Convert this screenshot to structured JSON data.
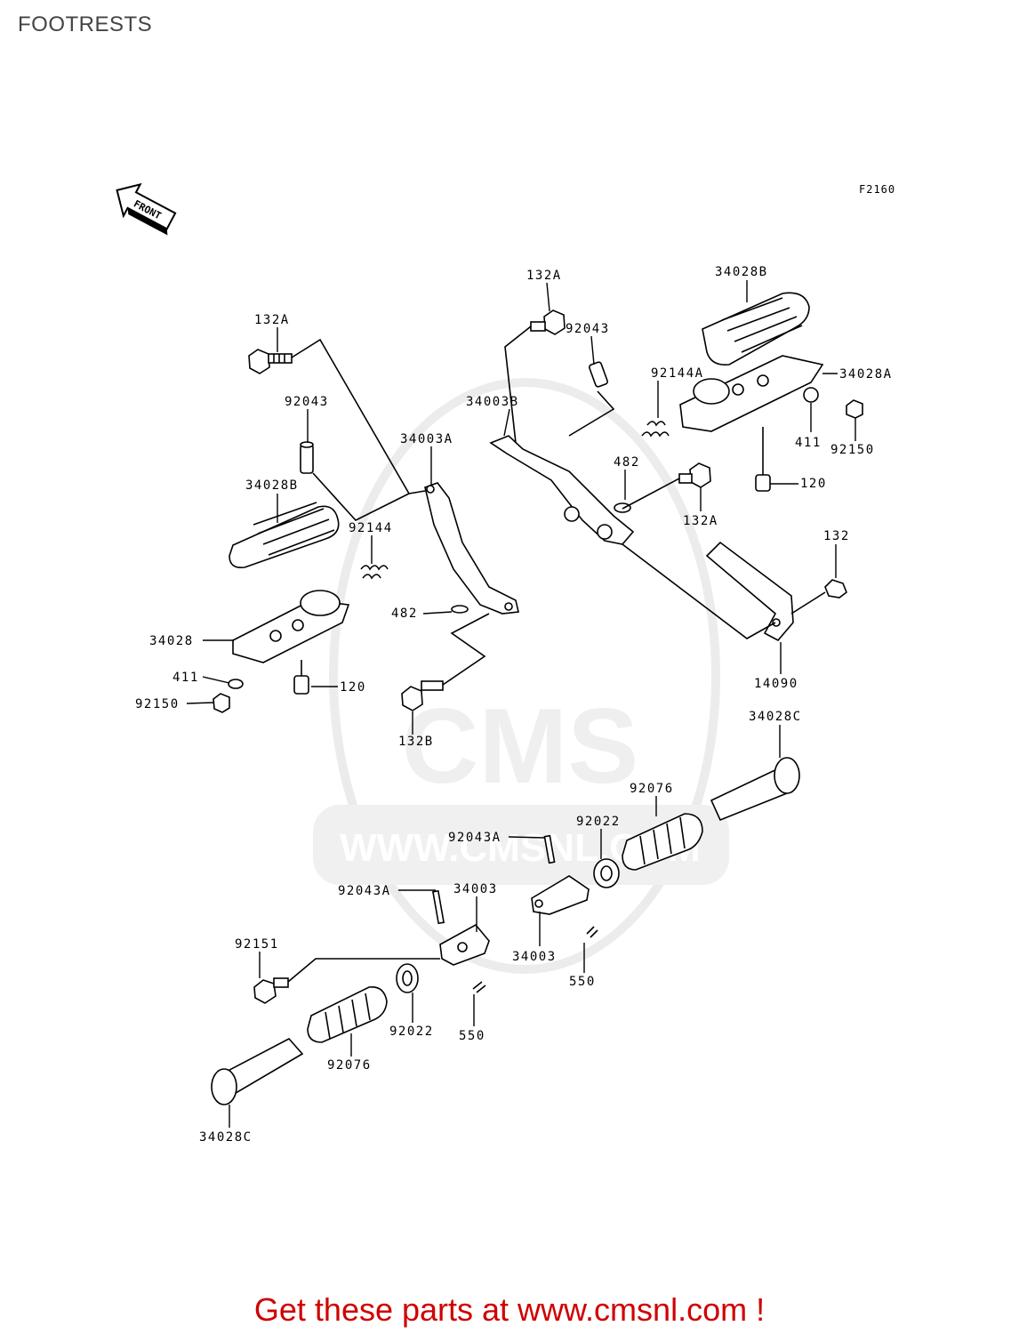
{
  "page": {
    "title": "FOOTRESTS",
    "figure_code": "F2160",
    "front_label": "FRONT",
    "footer_text": "Get these parts at www.cmsnl.com !"
  },
  "watermark": {
    "brand": "CMS",
    "url": "WWW.CMSNL.COM"
  },
  "parts": {
    "p132A_left": "132A",
    "p92043_left": "92043",
    "p34028B_left": "34028B",
    "p92144_left": "92144",
    "p34003A": "34003A",
    "p34028": "34028",
    "p411_left": "411",
    "p92150_left": "92150",
    "p120_left": "120",
    "p482_left": "482",
    "p132B": "132B",
    "p132A_top": "132A",
    "p92043_top": "92043",
    "p34003B": "34003B",
    "p92144A": "92144A",
    "p34028B_right": "34028B",
    "p34028A": "34028A",
    "p411_right": "411",
    "p92150_right": "92150",
    "p120_right": "120",
    "p482_right": "482",
    "p132A_right": "132A",
    "p132": "132",
    "p14090": "14090",
    "p34028C_right": "34028C",
    "p92076_right": "92076",
    "p92022_right": "92022",
    "p92043A_right": "92043A",
    "p92043A_left": "92043A",
    "p34003_upper": "34003",
    "p34003_lower": "34003",
    "p550_right": "550",
    "p92151": "92151",
    "p92022_left": "92022",
    "p550_left": "550",
    "p92076_left": "92076",
    "p34028C_left": "34028C"
  }
}
